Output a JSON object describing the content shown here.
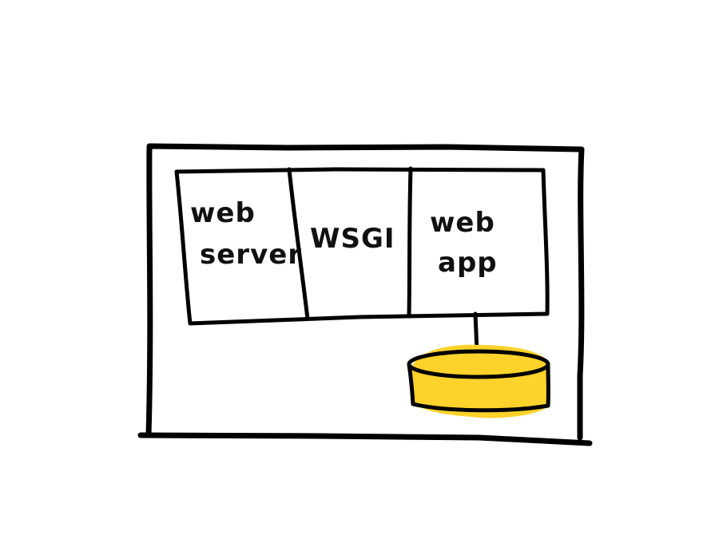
{
  "diagram": {
    "components": [
      {
        "id": "web-server",
        "label_lines": [
          "web",
          "server"
        ]
      },
      {
        "id": "wsgi",
        "label_lines": [
          "WSGI"
        ]
      },
      {
        "id": "web-app",
        "label_lines": [
          "web",
          "app"
        ]
      }
    ],
    "database": {
      "fill_color": "#fdd22a",
      "connected_to": "web-app"
    },
    "colors": {
      "ink": "#000000",
      "background": "#ffffff",
      "highlight": "#fdd22a"
    }
  }
}
